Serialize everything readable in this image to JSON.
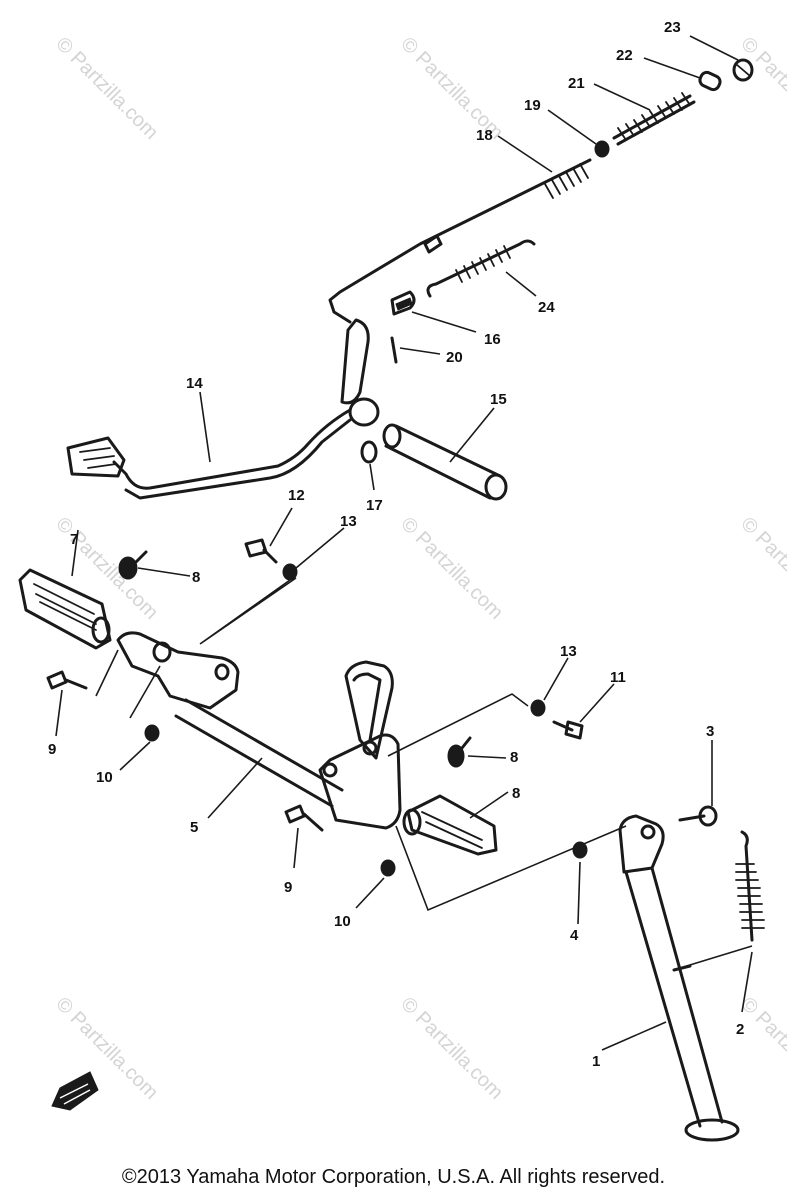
{
  "diagram": {
    "callouts": [
      "1",
      "2",
      "3",
      "4",
      "5",
      "8",
      "8",
      "8",
      "9",
      "9",
      "10",
      "10",
      "11",
      "12",
      "13",
      "13",
      "14",
      "15",
      "16",
      "17",
      "18",
      "19",
      "20",
      "21",
      "22",
      "23",
      "24"
    ],
    "watermark": "© Partzilla.com",
    "copyright": "©2013 Yamaha Motor Corporation, U.S.A. All rights reserved."
  }
}
